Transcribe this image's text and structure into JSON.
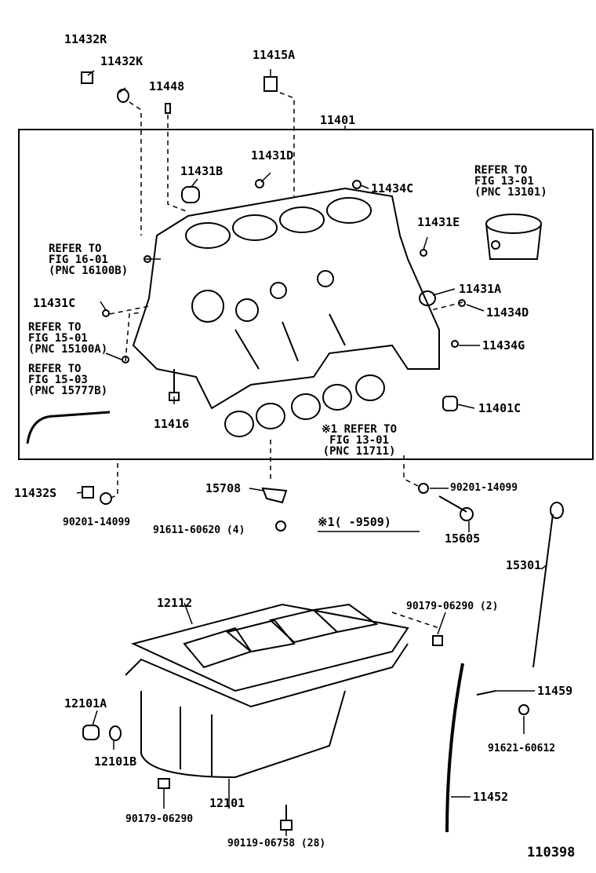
{
  "diagram_number": "110398",
  "parts": {
    "p11432R": "11432R",
    "p11432K": "11432K",
    "p11448": "11448",
    "p11415A": "11415A",
    "p11401": "11401",
    "p11431D": "11431D",
    "p11431B": "11431B",
    "p11434C": "11434C",
    "p11431E": "11431E",
    "p11431C": "11431C",
    "p11431A": "11431A",
    "p11434D": "11434D",
    "p11434G": "11434G",
    "p11401C": "11401C",
    "p11416": "11416",
    "p11432S": "11432S",
    "p90201a": "90201-14099",
    "p15708": "15708",
    "p91611": "91611-60620 (4)",
    "p90201b": "90201-14099",
    "p15605": "15605",
    "p15301": "15301",
    "p12112": "12112",
    "p90179a": "90179-06290 (2)",
    "p11459": "11459",
    "p12101A": "12101A",
    "p12101B": "12101B",
    "p91621": "91621-60612",
    "p90179b": "90179-06290",
    "p12101": "12101",
    "p90119": "90119-06758 (28)",
    "p11452": "11452"
  },
  "refs": {
    "piston": [
      "REFER TO",
      "FIG 13-01",
      "(PNC 13101)"
    ],
    "fig16": [
      "REFER TO",
      "FIG 16-01",
      "(PNC 16100B)"
    ],
    "fig1501": [
      "REFER TO",
      "FIG 15-01",
      "(PNC 15100A)"
    ],
    "fig1503": [
      "REFER TO",
      "FIG 15-03",
      "(PNC 15777B)"
    ],
    "bearing": [
      "※1 REFER TO",
      "FIG 13-01",
      "(PNC 11711)"
    ]
  },
  "note": "※1(    -9509)"
}
